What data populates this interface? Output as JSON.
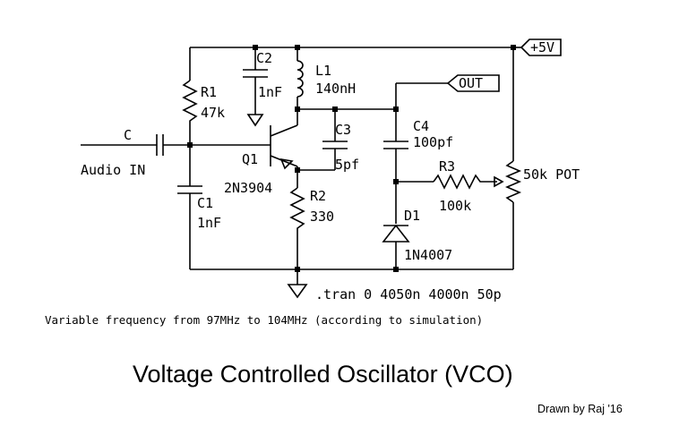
{
  "labels": {
    "input_c": "C",
    "audio_in": "Audio IN",
    "r1_name": "R1",
    "r1_value": "47k",
    "c2_name": "C2",
    "c2_value": "1nF",
    "l1_name": "L1",
    "l1_value": "140nH",
    "c3_name": "C3",
    "c3_value": "5pf",
    "q1_name": "Q1",
    "q1_part": "2N3904",
    "r2_name": "R2",
    "r2_value": "330",
    "c1_name": "C1",
    "c1_value": "1nF",
    "c4_name": "C4",
    "c4_value": "100pf",
    "r3_name": "R3",
    "r3_value": "100k",
    "pot_label": "50k POT",
    "d1_name": "D1",
    "d1_part": "1N4007",
    "vcc": "+5V",
    "out": "OUT"
  },
  "spice_directive": ".tran 0 4050n 4000n 50p",
  "note": "Variable frequency from 97MHz to 104MHz (according to simulation)",
  "title": "Voltage Controlled Oscillator (VCO)",
  "credit": "Drawn by Raj '16"
}
